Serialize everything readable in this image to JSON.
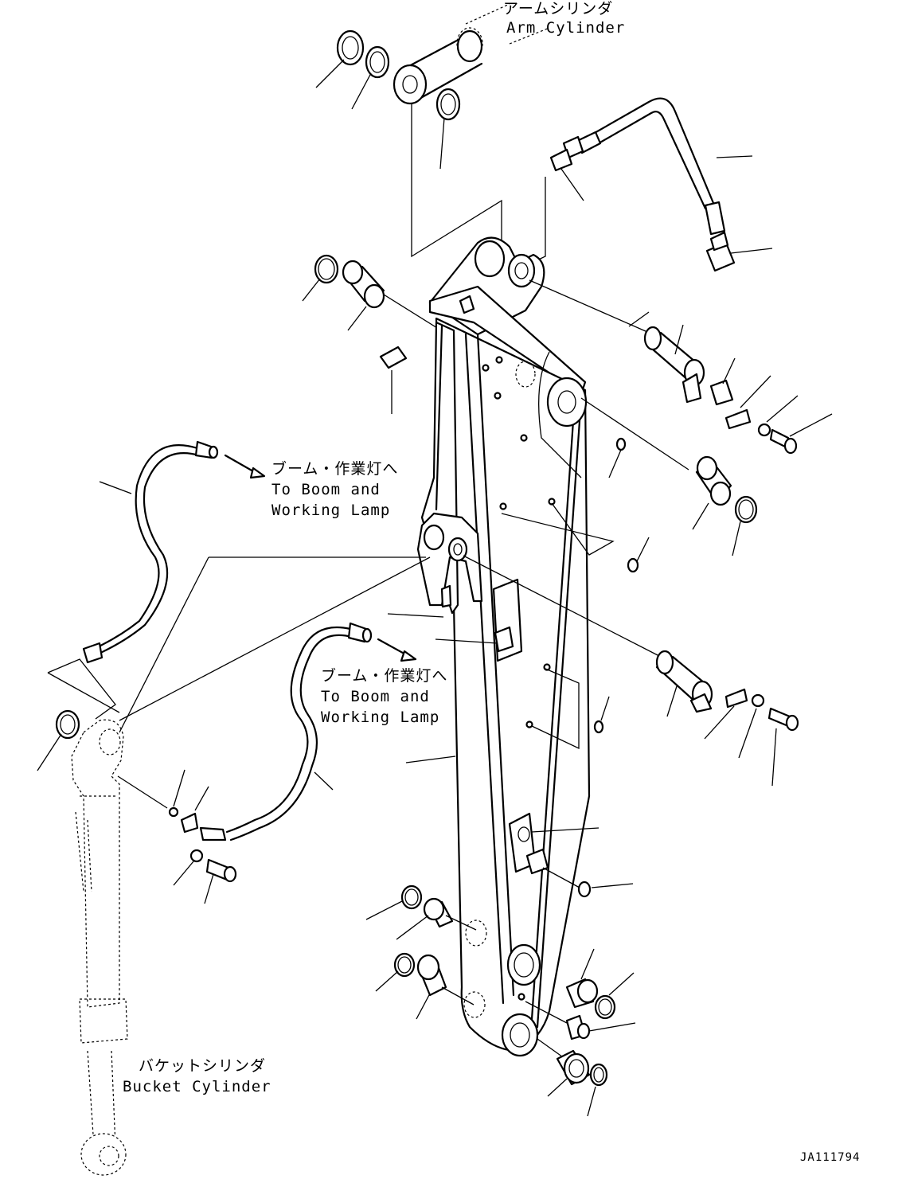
{
  "labels": {
    "arm_cylinder": {
      "jp": "アームシリンダ",
      "en": "Arm Cylinder"
    },
    "to_boom_1": {
      "jp": "ブーム・作業灯へ",
      "en1": "To Boom and",
      "en2": "Working Lamp"
    },
    "to_boom_2": {
      "jp": "ブーム・作業灯へ",
      "en1": "To Boom and",
      "en2": "Working Lamp"
    },
    "bucket_cylinder": {
      "jp": "バケットシリンダ",
      "en": "Bucket Cylinder"
    }
  },
  "drawing_code": "JA111794"
}
